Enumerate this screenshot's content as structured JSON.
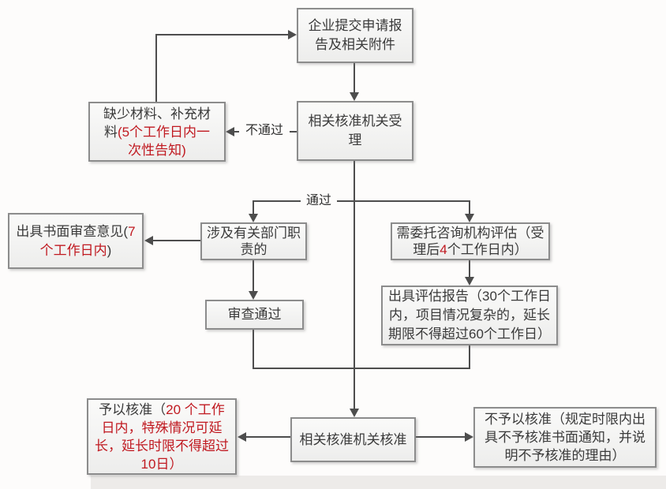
{
  "diagram": {
    "title": "enterprise-project-approval-flowchart",
    "colors": {
      "red_accent": "#c01920",
      "line": "#4d4d4d",
      "box_border": "#8c8c8c",
      "box_fill": "#f4f4f3",
      "text": "#3a3a3a",
      "background": "#fdfcfb"
    },
    "edge_labels": {
      "pass": "通过",
      "fail": "不通过"
    },
    "nodes": {
      "submit": {
        "text": "企业提交申请报告及相关附件"
      },
      "accept": {
        "text": "相关核准机关受理"
      },
      "missing": {
        "text_black": "缺少材料、补充材料",
        "text_red": "(5个工作日内一次性告知)"
      },
      "written": {
        "text_black": "出具书面审查意见",
        "paren_open": "(",
        "text_red": "7个工作日内",
        "paren_close": ")"
      },
      "dept": {
        "text": "涉及有关部门职责的"
      },
      "consult": {
        "text_pre": "需委托咨询机构评估（受理后",
        "text_red": "4",
        "text_post": "个工作日内）"
      },
      "review_pass": {
        "text": "审查通过"
      },
      "report": {
        "text": "出具评估报告（30个工作日内，项目情况复杂的，延长期限不得超过60个工作日）"
      },
      "approve": {
        "text": "相关核准机关核准"
      },
      "grant": {
        "text_black": "予以核准（",
        "text_red": "20 个工作日内，特殊情况可延长，延长时限不得超过10日）"
      },
      "deny": {
        "text": "不予以核准（规定时限内出具不予核准书面通知，并说明不予核准的理由）"
      }
    }
  }
}
